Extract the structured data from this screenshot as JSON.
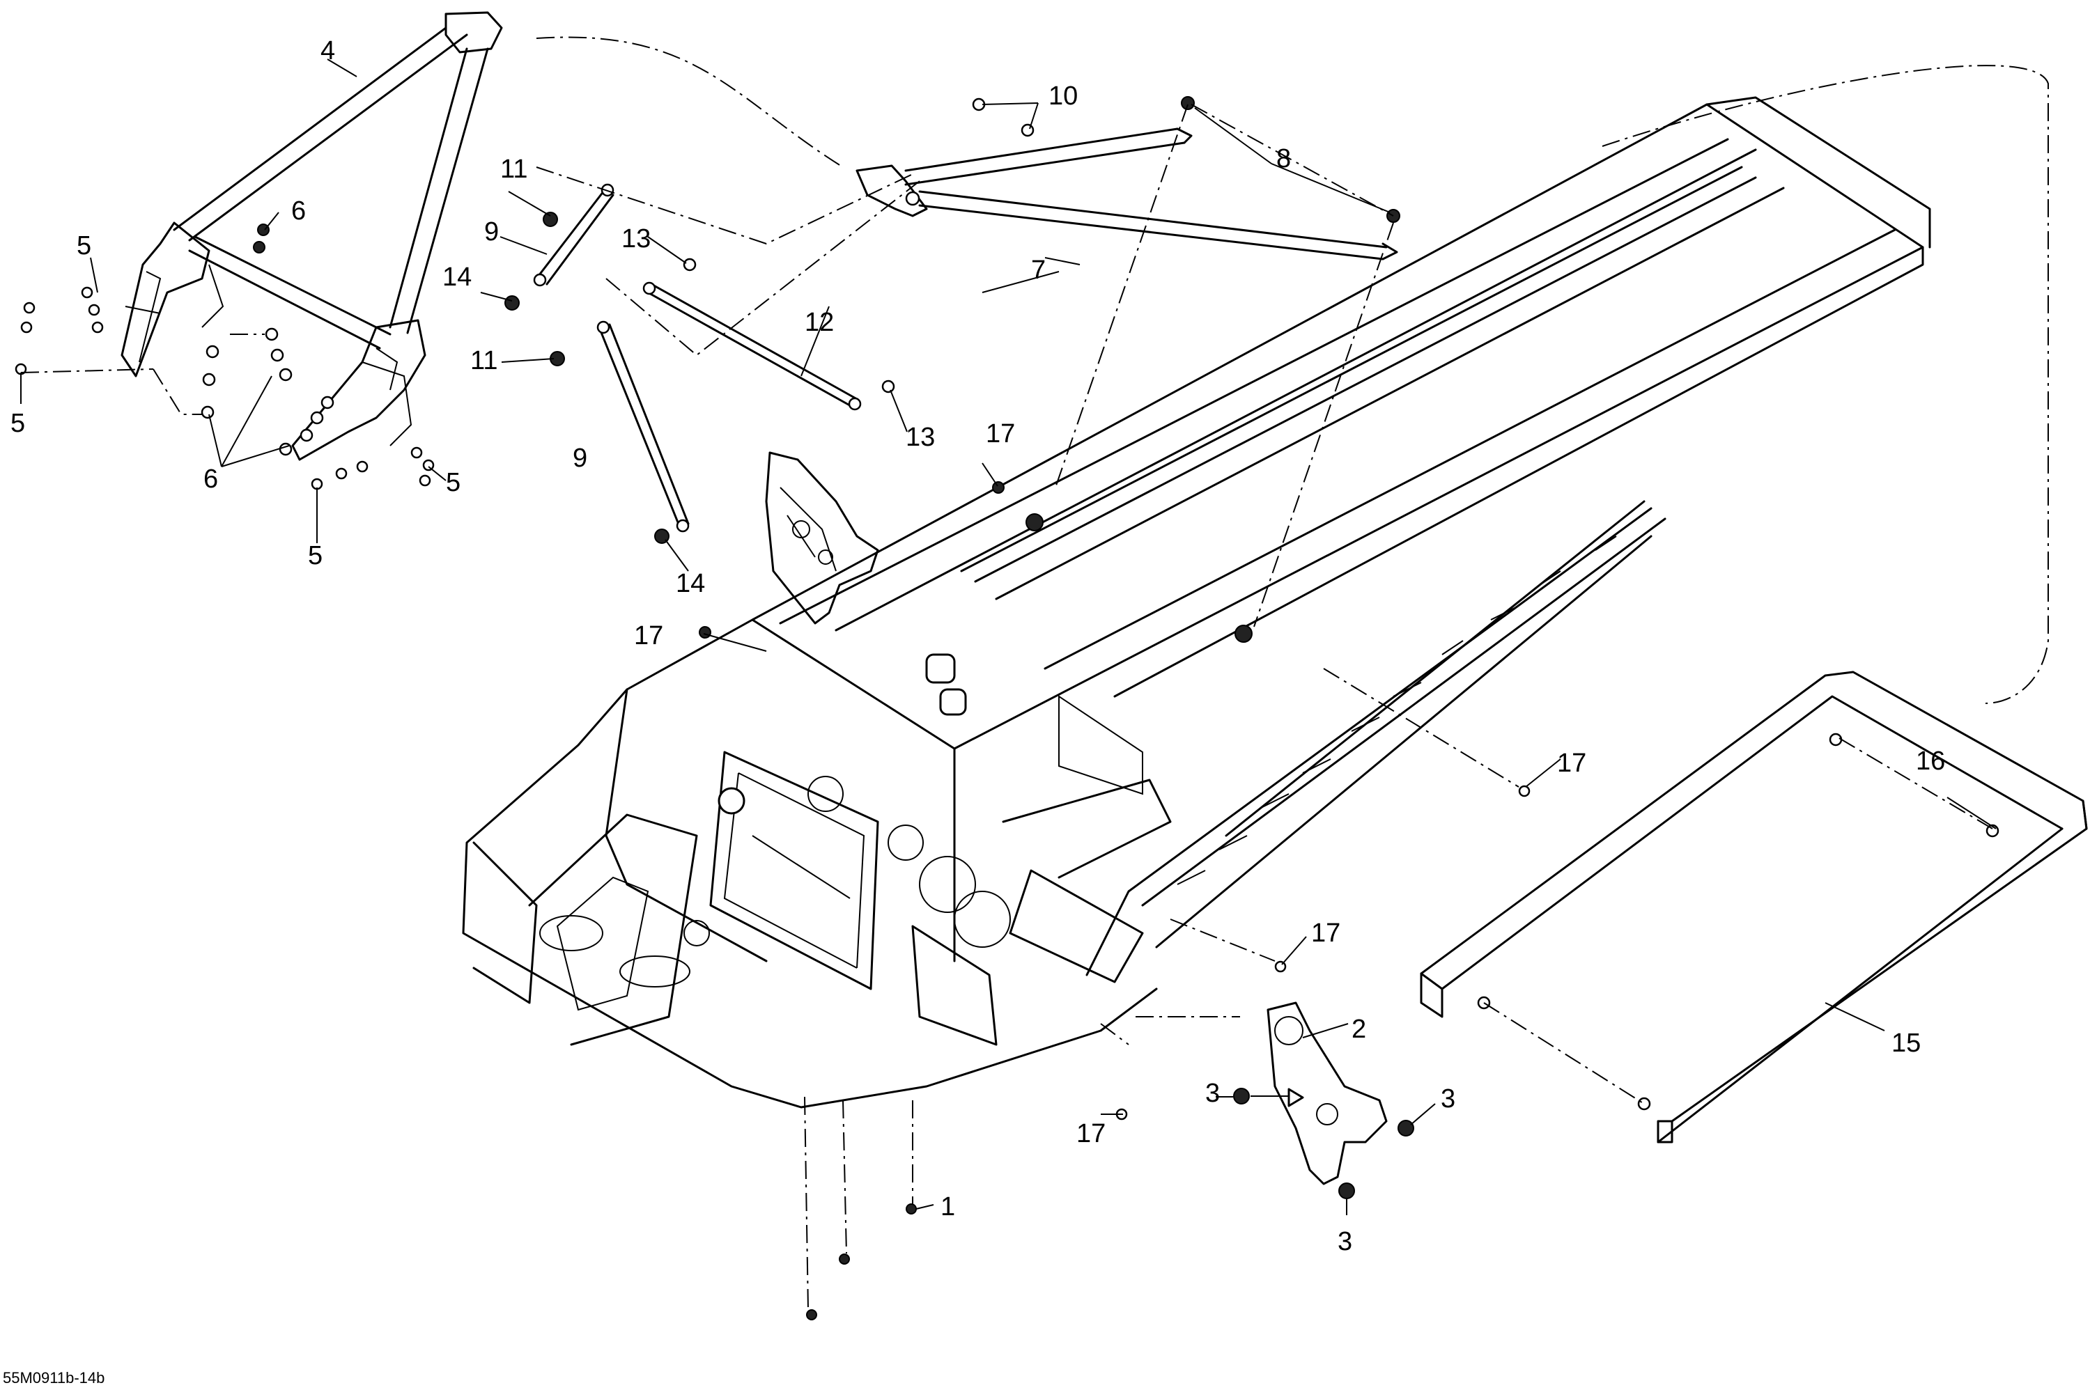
{
  "diagram": {
    "drawing_code": "55M0911b-14b",
    "callouts": [
      {
        "id": "c1",
        "label": "1",
        "part": "tunnel-rivet"
      },
      {
        "id": "c2",
        "label": "2",
        "part": "rear-bracket"
      },
      {
        "id": "c3a",
        "label": "3",
        "part": "bracket-nut"
      },
      {
        "id": "c3b",
        "label": "3",
        "part": "bracket-nut"
      },
      {
        "id": "c3c",
        "label": "3",
        "part": "bracket-nut"
      },
      {
        "id": "c4",
        "label": "4",
        "part": "front-a-frame"
      },
      {
        "id": "c5a",
        "label": "5",
        "part": "a-frame-bolt"
      },
      {
        "id": "c5b",
        "label": "5",
        "part": "a-frame-bolt"
      },
      {
        "id": "c5c",
        "label": "5",
        "part": "a-frame-bolt"
      },
      {
        "id": "c5d",
        "label": "5",
        "part": "a-frame-bolt"
      },
      {
        "id": "c6a",
        "label": "6",
        "part": "a-frame-nut"
      },
      {
        "id": "c6b",
        "label": "6",
        "part": "a-frame-nut"
      },
      {
        "id": "c7",
        "label": "7",
        "part": "rear-v-frame"
      },
      {
        "id": "c8",
        "label": "8",
        "part": "v-frame-nut"
      },
      {
        "id": "c9a",
        "label": "9",
        "part": "support-rod"
      },
      {
        "id": "c9b",
        "label": "9",
        "part": "support-rod"
      },
      {
        "id": "c10",
        "label": "10",
        "part": "v-frame-screw"
      },
      {
        "id": "c11a",
        "label": "11",
        "part": "rod-nut"
      },
      {
        "id": "c11b",
        "label": "11",
        "part": "rod-nut"
      },
      {
        "id": "c12",
        "label": "12",
        "part": "cross-rod"
      },
      {
        "id": "c13a",
        "label": "13",
        "part": "cross-rod-bolt"
      },
      {
        "id": "c13b",
        "label": "13",
        "part": "cross-rod-bolt"
      },
      {
        "id": "c14a",
        "label": "14",
        "part": "rod-lock-nut"
      },
      {
        "id": "c14b",
        "label": "14",
        "part": "rod-lock-nut"
      },
      {
        "id": "c15",
        "label": "15",
        "part": "rear-bumper"
      },
      {
        "id": "c16",
        "label": "16",
        "part": "bumper-rivet"
      },
      {
        "id": "c17a",
        "label": "17",
        "part": "plug"
      },
      {
        "id": "c17b",
        "label": "17",
        "part": "plug"
      },
      {
        "id": "c17c",
        "label": "17",
        "part": "plug"
      },
      {
        "id": "c17d",
        "label": "17",
        "part": "plug"
      },
      {
        "id": "c17e",
        "label": "17",
        "part": "plug"
      }
    ]
  },
  "colors": {
    "ink": "#000000",
    "paper": "#ffffff"
  }
}
